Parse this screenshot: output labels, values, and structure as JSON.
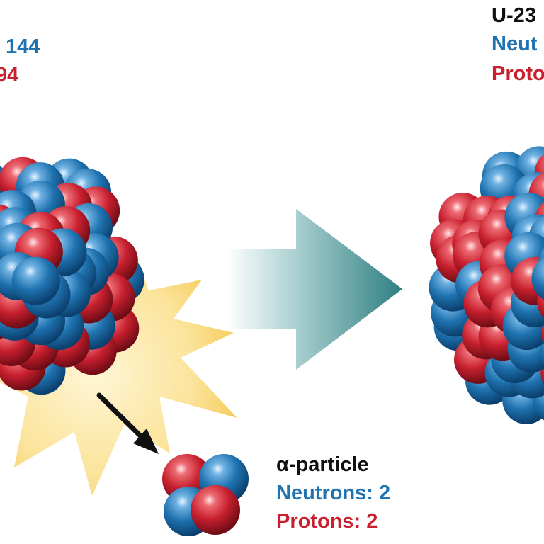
{
  "colors": {
    "neutron": "#1f73b0",
    "proton": "#c8202f",
    "arrow": "#2f7f82",
    "burst": "#fbe39a",
    "text": "#111111"
  },
  "parent": {
    "neutrons_label": "144",
    "protons_label": "94"
  },
  "daughter": {
    "name_label": "U-23",
    "neutrons_label": "Neut",
    "protons_label": "Proto"
  },
  "alpha": {
    "name_label": "α-particle",
    "neutrons_label": "Neutrons: 2",
    "protons_label": "Protons: 2"
  },
  "icons": {
    "process_arrow": "right-arrow-icon",
    "emission_arrow": "down-right-arrow-icon"
  }
}
